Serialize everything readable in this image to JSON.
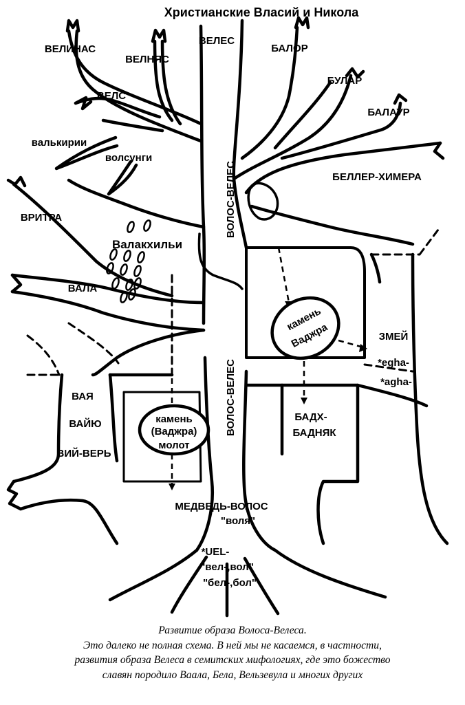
{
  "diagram": {
    "title": "Христианские Власий и Никола",
    "labels": {
      "velinas": "ВЕЛИНАС",
      "velnyas": "ВЕЛНЯС",
      "veles_top": "ВЕЛЕС",
      "balor": "БАЛОР",
      "bular": "БУЛАР",
      "balaur": "БАЛАУР",
      "vels": "ВЕЛС",
      "valkyries": "валькирии",
      "volsungs": "волсунги",
      "beller_chimera": "БЕЛЛЕР-ХИМЕРА",
      "vritra": "ВРИТРА",
      "valakhilya": "Валакхильи",
      "vala": "ВАЛА",
      "volos_veles_upper": "ВОЛОС-ВЕЛЕС",
      "volos_veles_lower": "ВОЛОС-ВЕЛЕС",
      "zmey": "ЗМЕЙ",
      "egha": "*egha-",
      "agha": "*agha-",
      "vaya": "ВАЯ",
      "vayu": "ВАЙЮ",
      "vii_ver": "ВИЙ-ВЕРЬ",
      "badkh": "БАДХ-",
      "badnyak": "БАДНЯК",
      "medved_volos": "МЕДВЕДЬ-ВОЛОС",
      "volya": "\"воля\"",
      "uel": "*UEL-",
      "vel_vol": "\"вел-,вол\"",
      "bel_bol": "\"бел-,бол\""
    },
    "stone_right": {
      "line1": "камень",
      "line2": "Ваджра"
    },
    "stone_left": {
      "line1": "камень",
      "line2": "(Ваджра)",
      "line3": "молот"
    }
  },
  "caption": {
    "line1": "Развитие образа Волоса-Велеса.",
    "line2": "Это далеко не полная схема. В ней мы не касаемся, в частности,",
    "line3": "развития образа Велеса в семитских мифологиях, где это божество",
    "line4": "славян породило Ваала, Бела, Вельзевула и многих других"
  }
}
